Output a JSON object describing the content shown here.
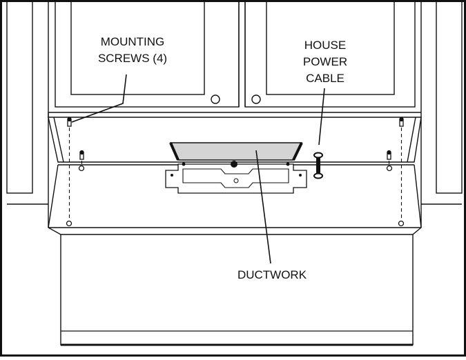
{
  "diagram": {
    "labels": {
      "mounting_screws_line1": "MOUNTING",
      "mounting_screws_line2": "SCREWS (4)",
      "house_power_line1": "HOUSE",
      "house_power_line2": "POWER",
      "house_power_line3": "CABLE",
      "ductwork": "DUCTWORK"
    },
    "colors": {
      "line": "#111111",
      "duct_fill": "#d4d4d4",
      "background": "#ffffff"
    }
  }
}
